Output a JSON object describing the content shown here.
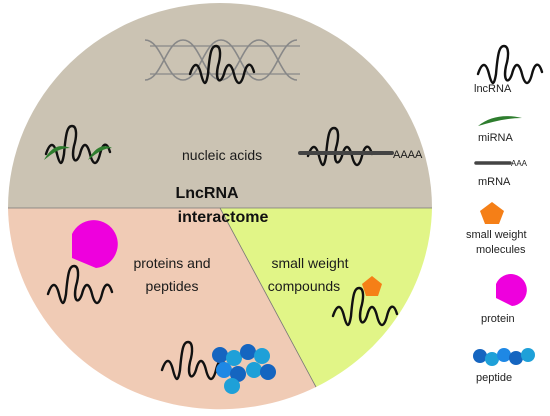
{
  "center_title": {
    "line1": "LncRNA",
    "line2": "interactome"
  },
  "sectors": {
    "nucleic_acids": "nucleic acids",
    "proteins": {
      "line1": "proteins and",
      "line2": "peptides"
    },
    "small_weight": {
      "line1": "small weight",
      "line2": "compounds"
    }
  },
  "mrna_tail": "AAAA",
  "legend": {
    "lncrna": "lncRNA",
    "mirna": "miRNA",
    "mrna": "mRNA",
    "mrna_tail": "AAA",
    "small_weight": {
      "line1": "small weight",
      "line2": "molecules"
    },
    "protein": "protein",
    "peptide": "peptide"
  },
  "colors": {
    "nucleic_acids_sector": "#cbc3b3",
    "proteins_sector": "#f0cbb5",
    "small_weight_sector": "#e1f587",
    "mirna": "#2e7d2e",
    "protein": "#ee00dd",
    "small_molecule": "#f57f17",
    "peptide_dark": "#1565c0",
    "peptide_light": "#1ea0d8",
    "mrna": "#444444"
  }
}
